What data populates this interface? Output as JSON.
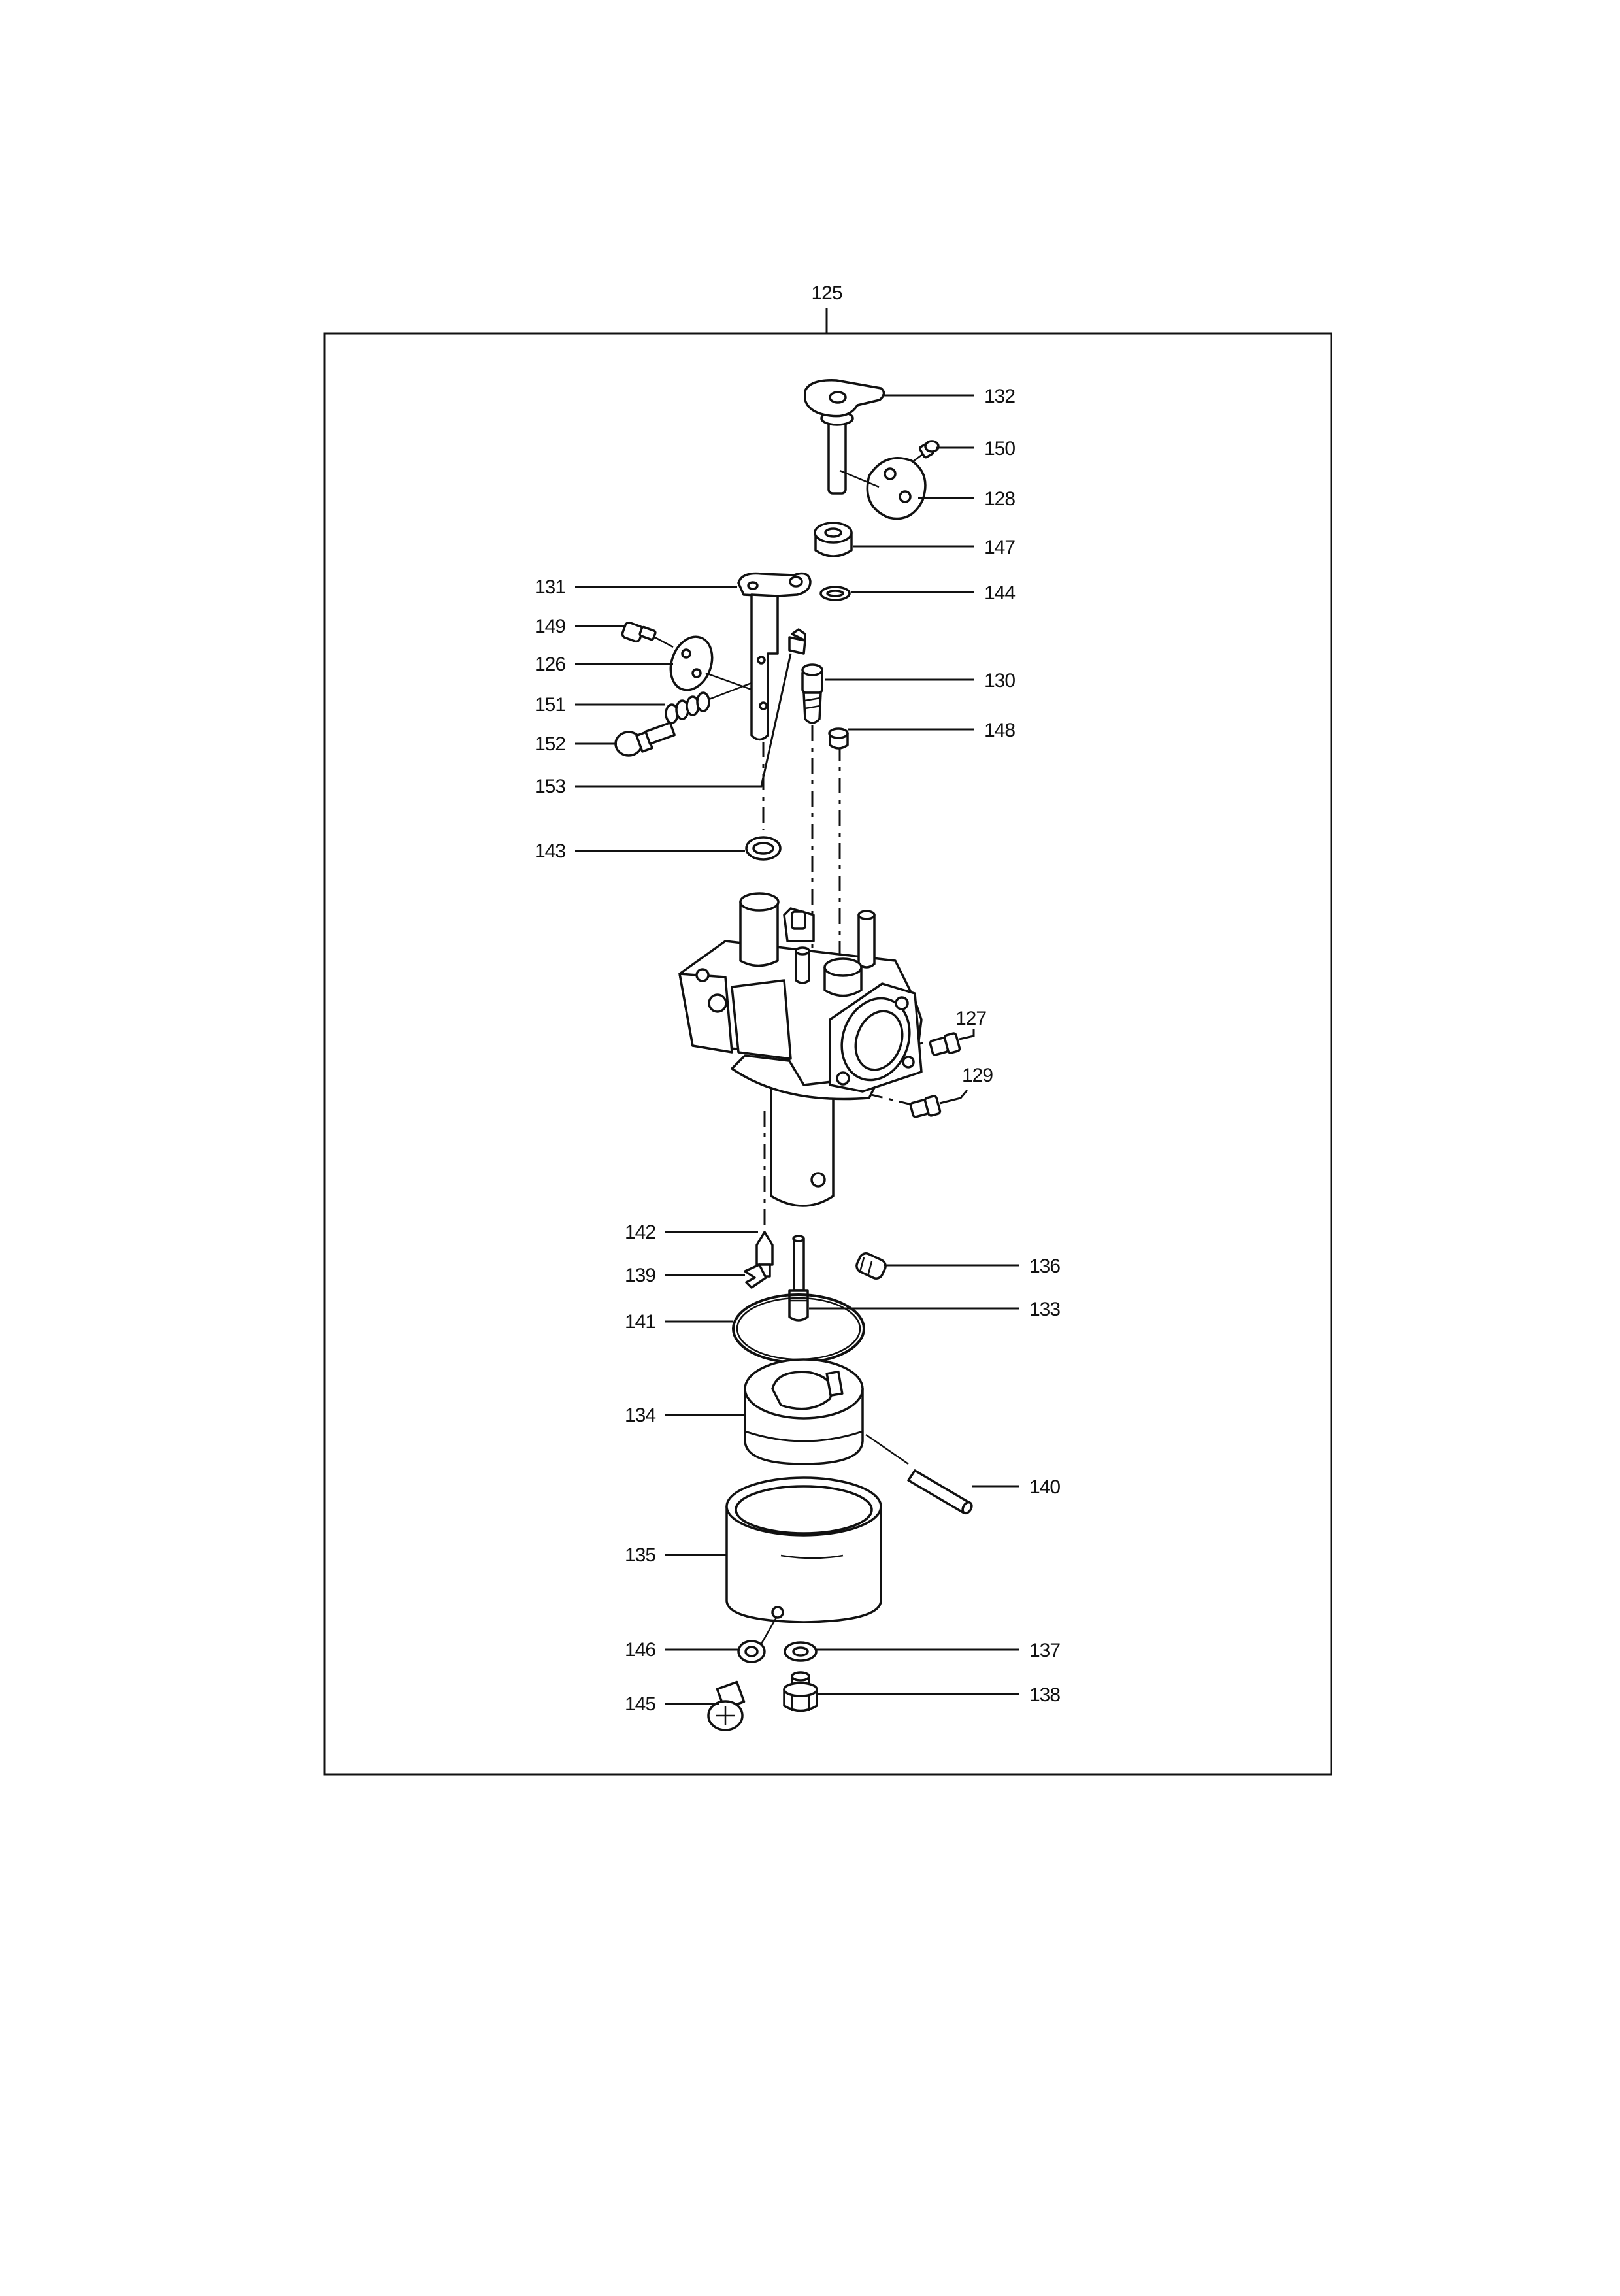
{
  "assembly": {
    "number": "125"
  },
  "parts": {
    "p126": "126",
    "p127": "127",
    "p128": "128",
    "p129": "129",
    "p130": "130",
    "p131": "131",
    "p132": "132",
    "p133": "133",
    "p134": "134",
    "p135": "135",
    "p136": "136",
    "p137": "137",
    "p138": "138",
    "p139": "139",
    "p140": "140",
    "p141": "141",
    "p142": "142",
    "p143": "143",
    "p144": "144",
    "p145": "145",
    "p146": "146",
    "p147": "147",
    "p148": "148",
    "p149": "149",
    "p150": "150",
    "p151": "151",
    "p152": "152",
    "p153": "153"
  }
}
